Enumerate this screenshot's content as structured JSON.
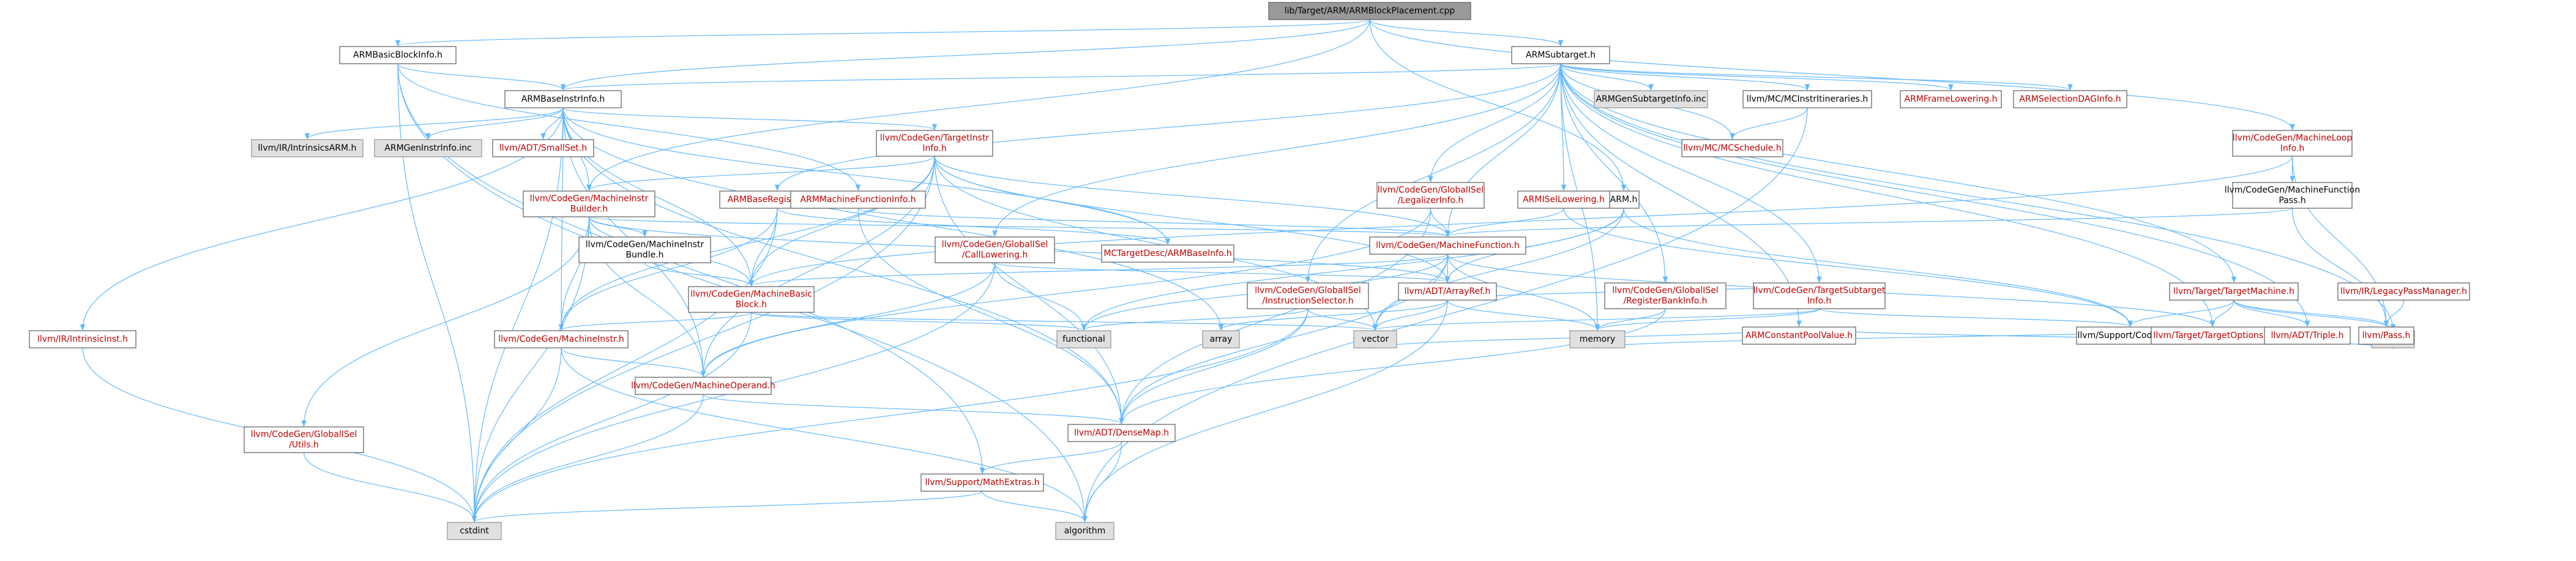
{
  "colors": {
    "root_fill": "#999999",
    "node_fill": "#ffffff",
    "external_fill": "#e0e0e0",
    "border": "#666666",
    "external_border": "#999999",
    "link_text": "#bf0000",
    "plain_text": "#000000",
    "edge": "#63b8ff"
  },
  "nodes": [
    {
      "id": "root",
      "style": "root",
      "lines": [
        "lib/Target/ARM/ARMBlockPlacement.cpp"
      ]
    },
    {
      "id": "n_abbi",
      "style": "plain",
      "lines": [
        "ARMBasicBlockInfo.h"
      ]
    },
    {
      "id": "n_abii",
      "style": "plain",
      "lines": [
        "ARMBaseInstrInfo.h"
      ]
    },
    {
      "id": "n_subt",
      "style": "plain",
      "lines": [
        "ARMSubtarget.h"
      ]
    },
    {
      "id": "n_intrinarm",
      "style": "external",
      "lines": [
        "llvm/IR/IntrinsicsARM.h"
      ]
    },
    {
      "id": "n_geninstr",
      "style": "external",
      "lines": [
        "ARMGenInstrInfo.inc"
      ]
    },
    {
      "id": "n_smallset",
      "style": "link",
      "lines": [
        "llvm/ADT/SmallSet.h"
      ]
    },
    {
      "id": "n_tii",
      "style": "link",
      "lines": [
        "llvm/CodeGen/TargetInstr",
        "Info.h"
      ]
    },
    {
      "id": "n_mib",
      "style": "link",
      "lines": [
        "llvm/CodeGen/MachineInstr",
        "Builder.h"
      ]
    },
    {
      "id": "n_abri",
      "style": "link",
      "lines": [
        "ARMBaseRegisterInfo.h"
      ]
    },
    {
      "id": "n_amfi",
      "style": "link",
      "lines": [
        "ARMMachineFunctionInfo.h"
      ]
    },
    {
      "id": "n_mibundle",
      "style": "plain",
      "lines": [
        "llvm/CodeGen/MachineInstr",
        "Bundle.h"
      ]
    },
    {
      "id": "n_mcarmbase",
      "style": "link",
      "lines": [
        "MCTargetDesc/ARMBaseInfo.h"
      ]
    },
    {
      "id": "n_calllow",
      "style": "link",
      "lines": [
        "llvm/CodeGen/GlobalISel",
        "/CallLowering.h"
      ]
    },
    {
      "id": "n_mbb",
      "style": "link",
      "lines": [
        "llvm/CodeGen/MachineBasic",
        "Block.h"
      ]
    },
    {
      "id": "n_mi",
      "style": "link",
      "lines": [
        "llvm/CodeGen/MachineInstr.h"
      ]
    },
    {
      "id": "n_mo",
      "style": "link",
      "lines": [
        "llvm/CodeGen/MachineOperand.h"
      ]
    },
    {
      "id": "n_intrininst",
      "style": "link",
      "lines": [
        "llvm/IR/IntrinsicInst.h"
      ]
    },
    {
      "id": "n_gutils",
      "style": "link",
      "lines": [
        "llvm/CodeGen/GlobalISel",
        "/Utils.h"
      ]
    },
    {
      "id": "n_mathextras",
      "style": "link",
      "lines": [
        "llvm/Support/MathExtras.h"
      ]
    },
    {
      "id": "n_densemap",
      "style": "link",
      "lines": [
        "llvm/ADT/DenseMap.h"
      ]
    },
    {
      "id": "n_cstdint",
      "style": "external",
      "lines": [
        "cstdint"
      ]
    },
    {
      "id": "n_algorithm",
      "style": "external",
      "lines": [
        "algorithm"
      ]
    },
    {
      "id": "n_functional",
      "style": "external",
      "lines": [
        "functional"
      ]
    },
    {
      "id": "n_array",
      "style": "external",
      "lines": [
        "array"
      ]
    },
    {
      "id": "n_vector",
      "style": "external",
      "lines": [
        "vector"
      ]
    },
    {
      "id": "n_memory",
      "style": "external",
      "lines": [
        "memory"
      ]
    },
    {
      "id": "n_string",
      "style": "external",
      "lines": [
        "string"
      ]
    },
    {
      "id": "n_gensubt",
      "style": "external",
      "lines": [
        "ARMGenSubtargetInfo.inc"
      ]
    },
    {
      "id": "n_mcii",
      "style": "plain",
      "lines": [
        "llvm/MC/MCInstrItineraries.h"
      ]
    },
    {
      "id": "n_mcsched",
      "style": "link",
      "lines": [
        "llvm/MC/MCSchedule.h"
      ]
    },
    {
      "id": "n_framelow",
      "style": "link",
      "lines": [
        "ARMFrameLowering.h"
      ]
    },
    {
      "id": "n_seldag",
      "style": "link",
      "lines": [
        "ARMSelectionDAGInfo.h"
      ]
    },
    {
      "id": "n_mli",
      "style": "link",
      "lines": [
        "llvm/CodeGen/MachineLoop",
        "Info.h"
      ]
    },
    {
      "id": "n_mfp",
      "style": "plain",
      "lines": [
        "llvm/CodeGen/MachineFunction",
        "Pass.h"
      ]
    },
    {
      "id": "n_armh",
      "style": "plain",
      "lines": [
        "ARM.h"
      ]
    },
    {
      "id": "n_legal",
      "style": "link",
      "lines": [
        "llvm/CodeGen/GlobalISel",
        "/LegalizerInfo.h"
      ]
    },
    {
      "id": "n_isel",
      "style": "link",
      "lines": [
        "ARMISelLowering.h"
      ]
    },
    {
      "id": "n_mf",
      "style": "link",
      "lines": [
        "llvm/CodeGen/MachineFunction.h"
      ]
    },
    {
      "id": "n_tsi",
      "style": "link",
      "lines": [
        "llvm/CodeGen/TargetSubtarget",
        "Info.h"
      ]
    },
    {
      "id": "n_tm",
      "style": "link",
      "lines": [
        "llvm/Target/TargetMachine.h"
      ]
    },
    {
      "id": "n_lpm",
      "style": "link",
      "lines": [
        "llvm/IR/LegacyPassManager.h"
      ]
    },
    {
      "id": "n_instsel",
      "style": "link",
      "lines": [
        "llvm/CodeGen/GlobalISel",
        "/InstructionSelector.h"
      ]
    },
    {
      "id": "n_rbi",
      "style": "link",
      "lines": [
        "llvm/CodeGen/GlobalISel",
        "/RegisterBankInfo.h"
      ]
    },
    {
      "id": "n_cpv",
      "style": "link",
      "lines": [
        "ARMConstantPoolValue.h"
      ]
    },
    {
      "id": "n_arrayref",
      "style": "link",
      "lines": [
        "llvm/ADT/ArrayRef.h"
      ]
    },
    {
      "id": "n_suppcg",
      "style": "plain",
      "lines": [
        "llvm/Support/CodeGen.h"
      ]
    },
    {
      "id": "n_topts",
      "style": "link",
      "lines": [
        "llvm/Target/TargetOptions.h"
      ]
    },
    {
      "id": "n_triple",
      "style": "link",
      "lines": [
        "llvm/ADT/Triple.h"
      ]
    },
    {
      "id": "n_pass",
      "style": "link",
      "lines": [
        "llvm/Pass.h"
      ]
    }
  ],
  "edges": [
    [
      "root",
      "n_abbi"
    ],
    [
      "root",
      "n_abii"
    ],
    [
      "root",
      "n_subt"
    ],
    [
      "root",
      "n_mib"
    ],
    [
      "root",
      "n_armh"
    ],
    [
      "root",
      "n_mli"
    ],
    [
      "n_abbi",
      "n_abii"
    ],
    [
      "n_abbi",
      "n_amfi"
    ],
    [
      "n_abbi",
      "n_mathextras"
    ],
    [
      "n_abbi",
      "n_cstdint"
    ],
    [
      "n_abbi",
      "n_algorithm"
    ],
    [
      "n_abii",
      "n_intrinarm"
    ],
    [
      "n_abii",
      "n_geninstr"
    ],
    [
      "n_abii",
      "n_smallset"
    ],
    [
      "n_abii",
      "n_tii"
    ],
    [
      "n_abii",
      "n_mib"
    ],
    [
      "n_abii",
      "n_mcarmbase"
    ],
    [
      "n_abii",
      "n_mbb"
    ],
    [
      "n_abii",
      "n_mi"
    ],
    [
      "n_abii",
      "n_mo"
    ],
    [
      "n_abii",
      "n_intrininst"
    ],
    [
      "n_abii",
      "n_densemap"
    ],
    [
      "n_abii",
      "n_cstdint"
    ],
    [
      "n_abii",
      "n_array"
    ],
    [
      "n_subt",
      "n_abii"
    ],
    [
      "n_subt",
      "n_abri"
    ],
    [
      "n_subt",
      "n_gensubt"
    ],
    [
      "n_subt",
      "n_mcii"
    ],
    [
      "n_subt",
      "n_framelow"
    ],
    [
      "n_subt",
      "n_seldag"
    ],
    [
      "n_subt",
      "n_isel"
    ],
    [
      "n_subt",
      "n_legal"
    ],
    [
      "n_subt",
      "n_calllow"
    ],
    [
      "n_subt",
      "n_instsel"
    ],
    [
      "n_subt",
      "n_rbi"
    ],
    [
      "n_subt",
      "n_mf"
    ],
    [
      "n_subt",
      "n_tsi"
    ],
    [
      "n_subt",
      "n_tm"
    ],
    [
      "n_subt",
      "n_topts"
    ],
    [
      "n_subt",
      "n_triple"
    ],
    [
      "n_subt",
      "n_cpv"
    ],
    [
      "n_subt",
      "n_memory"
    ],
    [
      "n_subt",
      "n_string"
    ],
    [
      "n_subt",
      "n_mcsched"
    ],
    [
      "n_tii",
      "n_mib"
    ],
    [
      "n_tii",
      "n_mbb"
    ],
    [
      "n_tii",
      "n_mf"
    ],
    [
      "n_tii",
      "n_mi"
    ],
    [
      "n_tii",
      "n_mo"
    ],
    [
      "n_tii",
      "n_arrayref"
    ],
    [
      "n_tii",
      "n_densemap"
    ],
    [
      "n_tii",
      "n_cstdint"
    ],
    [
      "n_tii",
      "n_vector"
    ],
    [
      "n_tii",
      "n_mcarmbase"
    ],
    [
      "n_mib",
      "n_mibundle"
    ],
    [
      "n_mib",
      "n_mbb"
    ],
    [
      "n_mib",
      "n_mf"
    ],
    [
      "n_mib",
      "n_mi"
    ],
    [
      "n_mib",
      "n_mo"
    ],
    [
      "n_mib",
      "n_gutils"
    ],
    [
      "n_mib",
      "n_arrayref"
    ],
    [
      "n_mib",
      "n_cstdint"
    ],
    [
      "n_mibundle",
      "n_mbb"
    ],
    [
      "n_abri",
      "n_mbb"
    ],
    [
      "n_abri",
      "n_mi"
    ],
    [
      "n_abri",
      "n_mcarmbase"
    ],
    [
      "n_abri",
      "n_cstdint"
    ],
    [
      "n_amfi",
      "n_mf"
    ],
    [
      "n_amfi",
      "n_densemap"
    ],
    [
      "n_calllow",
      "n_arrayref"
    ],
    [
      "n_calllow",
      "n_mo"
    ],
    [
      "n_calllow",
      "n_functional"
    ],
    [
      "n_calllow",
      "n_cstdint"
    ],
    [
      "n_mbb",
      "n_mi"
    ],
    [
      "n_mbb",
      "n_functional"
    ],
    [
      "n_mbb",
      "n_vector"
    ],
    [
      "n_mbb",
      "n_cstdint"
    ],
    [
      "n_mi",
      "n_mo"
    ],
    [
      "n_mi",
      "n_cstdint"
    ],
    [
      "n_mi",
      "n_algorithm"
    ],
    [
      "n_mo",
      "n_densemap"
    ],
    [
      "n_mo",
      "n_cstdint"
    ],
    [
      "n_intrininst",
      "n_cstdint"
    ],
    [
      "n_gutils",
      "n_cstdint"
    ],
    [
      "n_mathextras",
      "n_algorithm"
    ],
    [
      "n_mathextras",
      "n_cstdint"
    ],
    [
      "n_densemap",
      "n_mathextras"
    ],
    [
      "n_densemap",
      "n_algorithm"
    ],
    [
      "n_mcii",
      "n_mcsched"
    ],
    [
      "n_mcii",
      "n_algorithm"
    ],
    [
      "n_mli",
      "n_mfp"
    ],
    [
      "n_mli",
      "n_mbb"
    ],
    [
      "n_mli",
      "n_pass"
    ],
    [
      "n_mfp",
      "n_mf"
    ],
    [
      "n_mfp",
      "n_pass"
    ],
    [
      "n_armh",
      "n_suppcg"
    ],
    [
      "n_armh",
      "n_arrayref"
    ],
    [
      "n_armh",
      "n_functional"
    ],
    [
      "n_armh",
      "n_vector"
    ],
    [
      "n_legal",
      "n_mf"
    ],
    [
      "n_legal",
      "n_densemap"
    ],
    [
      "n_legal",
      "n_mo"
    ],
    [
      "n_isel",
      "n_mf"
    ],
    [
      "n_isel",
      "n_suppcg"
    ],
    [
      "n_mf",
      "n_arrayref"
    ],
    [
      "n_mf",
      "n_densemap"
    ],
    [
      "n_mf",
      "n_mbb"
    ],
    [
      "n_mf",
      "n_functional"
    ],
    [
      "n_mf",
      "n_memory"
    ],
    [
      "n_mf",
      "n_vector"
    ],
    [
      "n_mf",
      "n_topts"
    ],
    [
      "n_tsi",
      "n_suppcg"
    ],
    [
      "n_tsi",
      "n_arrayref"
    ],
    [
      "n_tsi",
      "n_memory"
    ],
    [
      "n_tsi",
      "n_vector"
    ],
    [
      "n_tm",
      "n_suppcg"
    ],
    [
      "n_tm",
      "n_topts"
    ],
    [
      "n_tm",
      "n_triple"
    ],
    [
      "n_tm",
      "n_pass"
    ],
    [
      "n_tm",
      "n_string"
    ],
    [
      "n_lpm",
      "n_pass"
    ],
    [
      "n_instsel",
      "n_densemap"
    ],
    [
      "n_instsel",
      "n_cstdint"
    ],
    [
      "n_instsel",
      "n_functional"
    ],
    [
      "n_instsel",
      "n_vector"
    ],
    [
      "n_rbi",
      "n_densemap"
    ],
    [
      "n_rbi",
      "n_memory"
    ],
    [
      "n_cpv",
      "n_vector"
    ],
    [
      "n_cpv",
      "n_string"
    ],
    [
      "n_arrayref",
      "n_algorithm"
    ],
    [
      "n_arrayref",
      "n_array"
    ],
    [
      "n_arrayref",
      "n_memory"
    ],
    [
      "n_arrayref",
      "n_vector"
    ],
    [
      "n_topts",
      "n_memory"
    ],
    [
      "n_pass",
      "n_string"
    ]
  ]
}
